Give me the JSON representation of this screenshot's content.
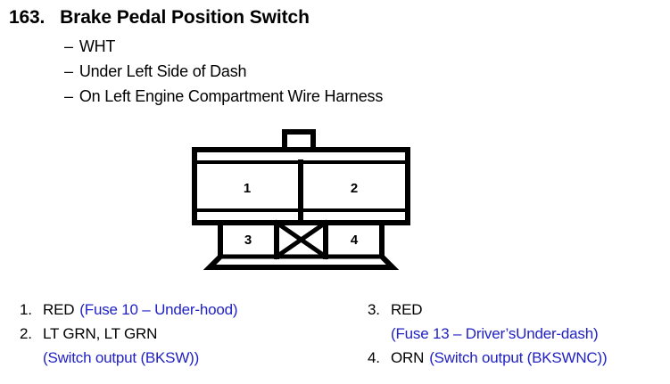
{
  "header": {
    "number": "163.",
    "title": "Brake Pedal Position Switch",
    "dash": "–",
    "bullets": [
      "WHT",
      "Under Left Side of Dash",
      "On Left Engine Compartment Wire Harness"
    ]
  },
  "connector": {
    "upper_pins": [
      "1",
      "2"
    ],
    "lower_pins": [
      "3",
      "4"
    ],
    "blocked_cell": "X"
  },
  "legend": {
    "left": [
      {
        "index": "1.",
        "color": "RED",
        "desc": "(Fuse 10 – Under-hood)"
      },
      {
        "index": "2.",
        "color": "LT GRN, LT GRN",
        "desc": ""
      },
      {
        "index": "",
        "color": "",
        "desc": "(Switch output (BKSW))"
      }
    ],
    "right": [
      {
        "index": "3.",
        "color": "RED",
        "desc": ""
      },
      {
        "index": "",
        "color": "",
        "desc": "(Fuse 13 – Driver’sUnder-dash)"
      },
      {
        "index": "4.",
        "color": "ORN",
        "desc": "(Switch output (BKSWNC))"
      }
    ]
  },
  "colors": {
    "ink": "#000000",
    "description_blue": "#2121c4",
    "background": "#ffffff"
  }
}
